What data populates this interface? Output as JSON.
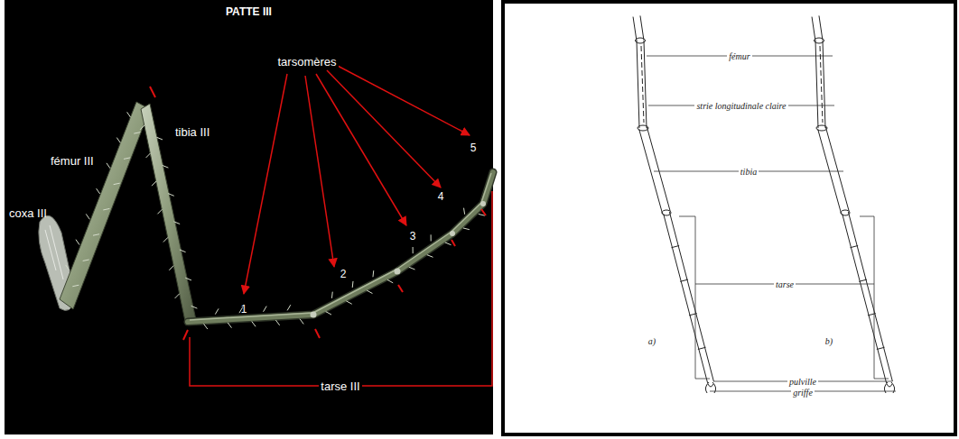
{
  "diagram": {
    "title": "PATTE III",
    "labels": [
      "coxa III",
      "fémur III",
      "tibia III",
      "tarsomères",
      "1",
      "2",
      "3",
      "4",
      "5",
      "tarse III",
      "fémur",
      "strie longitudinale claire",
      "tibia",
      "tarse",
      "pulville",
      "griffe",
      "a)",
      "b)"
    ]
  }
}
